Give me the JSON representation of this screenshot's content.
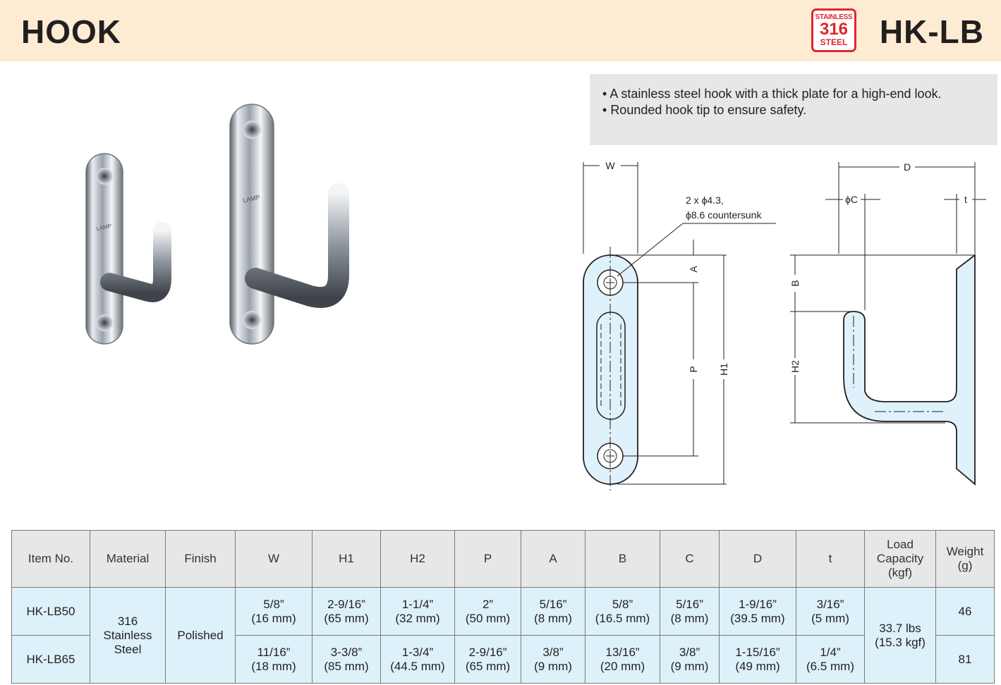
{
  "header": {
    "title": "HOOK",
    "code": "HK-LB"
  },
  "badge": {
    "line1": "STAINLESS",
    "line2": "316",
    "line3": "STEEL"
  },
  "photo": {
    "brand_mark": "LAMP"
  },
  "features": [
    "A stainless steel hook with a thick plate for a high-end look.",
    "Rounded hook tip to ensure safety."
  ],
  "drawing": {
    "w": "W",
    "d": "D",
    "c": "ϕC",
    "t": "t",
    "hole_note_1": "2 x ϕ4.3,",
    "hole_note_2": "ϕ8.6 countersunk",
    "a": "A",
    "p": "P",
    "h1": "H1",
    "b": "B",
    "h2": "H2"
  },
  "table": {
    "headers": {
      "item": "Item No.",
      "material": "Material",
      "finish": "Finish",
      "w": "W",
      "h1": "H1",
      "h2": "H2",
      "p": "P",
      "a": "A",
      "b": "B",
      "c": "C",
      "d": "D",
      "t": "t",
      "load_1": "Load",
      "load_2": "Capacity",
      "load_3": "(kgf)",
      "weight_1": "Weight",
      "weight_2": "(g)"
    },
    "material_1": "316",
    "material_2": "Stainless",
    "material_3": "Steel",
    "finish": "Polished",
    "load_1": "33.7 lbs",
    "load_2": "(15.3 kgf)",
    "rows": [
      {
        "item": "HK-LB50",
        "w": [
          "5/8”",
          "(16 mm)"
        ],
        "h1": [
          "2-9/16”",
          "(65 mm)"
        ],
        "h2": [
          "1-1/4”",
          "(32 mm)"
        ],
        "p": [
          "2”",
          "(50 mm)"
        ],
        "a": [
          "5/16”",
          "(8 mm)"
        ],
        "b": [
          "5/8”",
          "(16.5 mm)"
        ],
        "c": [
          "5/16”",
          "(8 mm)"
        ],
        "d": [
          "1-9/16”",
          "(39.5 mm)"
        ],
        "t": [
          "3/16”",
          "(5 mm)"
        ],
        "weight": "46"
      },
      {
        "item": "HK-LB65",
        "w": [
          "11/16”",
          "(18 mm)"
        ],
        "h1": [
          "3-3/8”",
          "(85 mm)"
        ],
        "h2": [
          "1-3/4”",
          "(44.5 mm)"
        ],
        "p": [
          "2-9/16”",
          "(65 mm)"
        ],
        "a": [
          "3/8”",
          "(9 mm)"
        ],
        "b": [
          "13/16”",
          "(20 mm)"
        ],
        "c": [
          "3/8”",
          "(9 mm)"
        ],
        "d": [
          "1-15/16”",
          "(49 mm)"
        ],
        "t": [
          "1/4”",
          "(6.5 mm)"
        ],
        "weight": "81"
      }
    ]
  },
  "colors": {
    "header_bg": "#fdecd3",
    "badge_red": "#e0262d",
    "table_body_bg": "#ddf1fb",
    "table_head_bg": "#e6e7e8",
    "part_fill": "#dff1fb"
  }
}
